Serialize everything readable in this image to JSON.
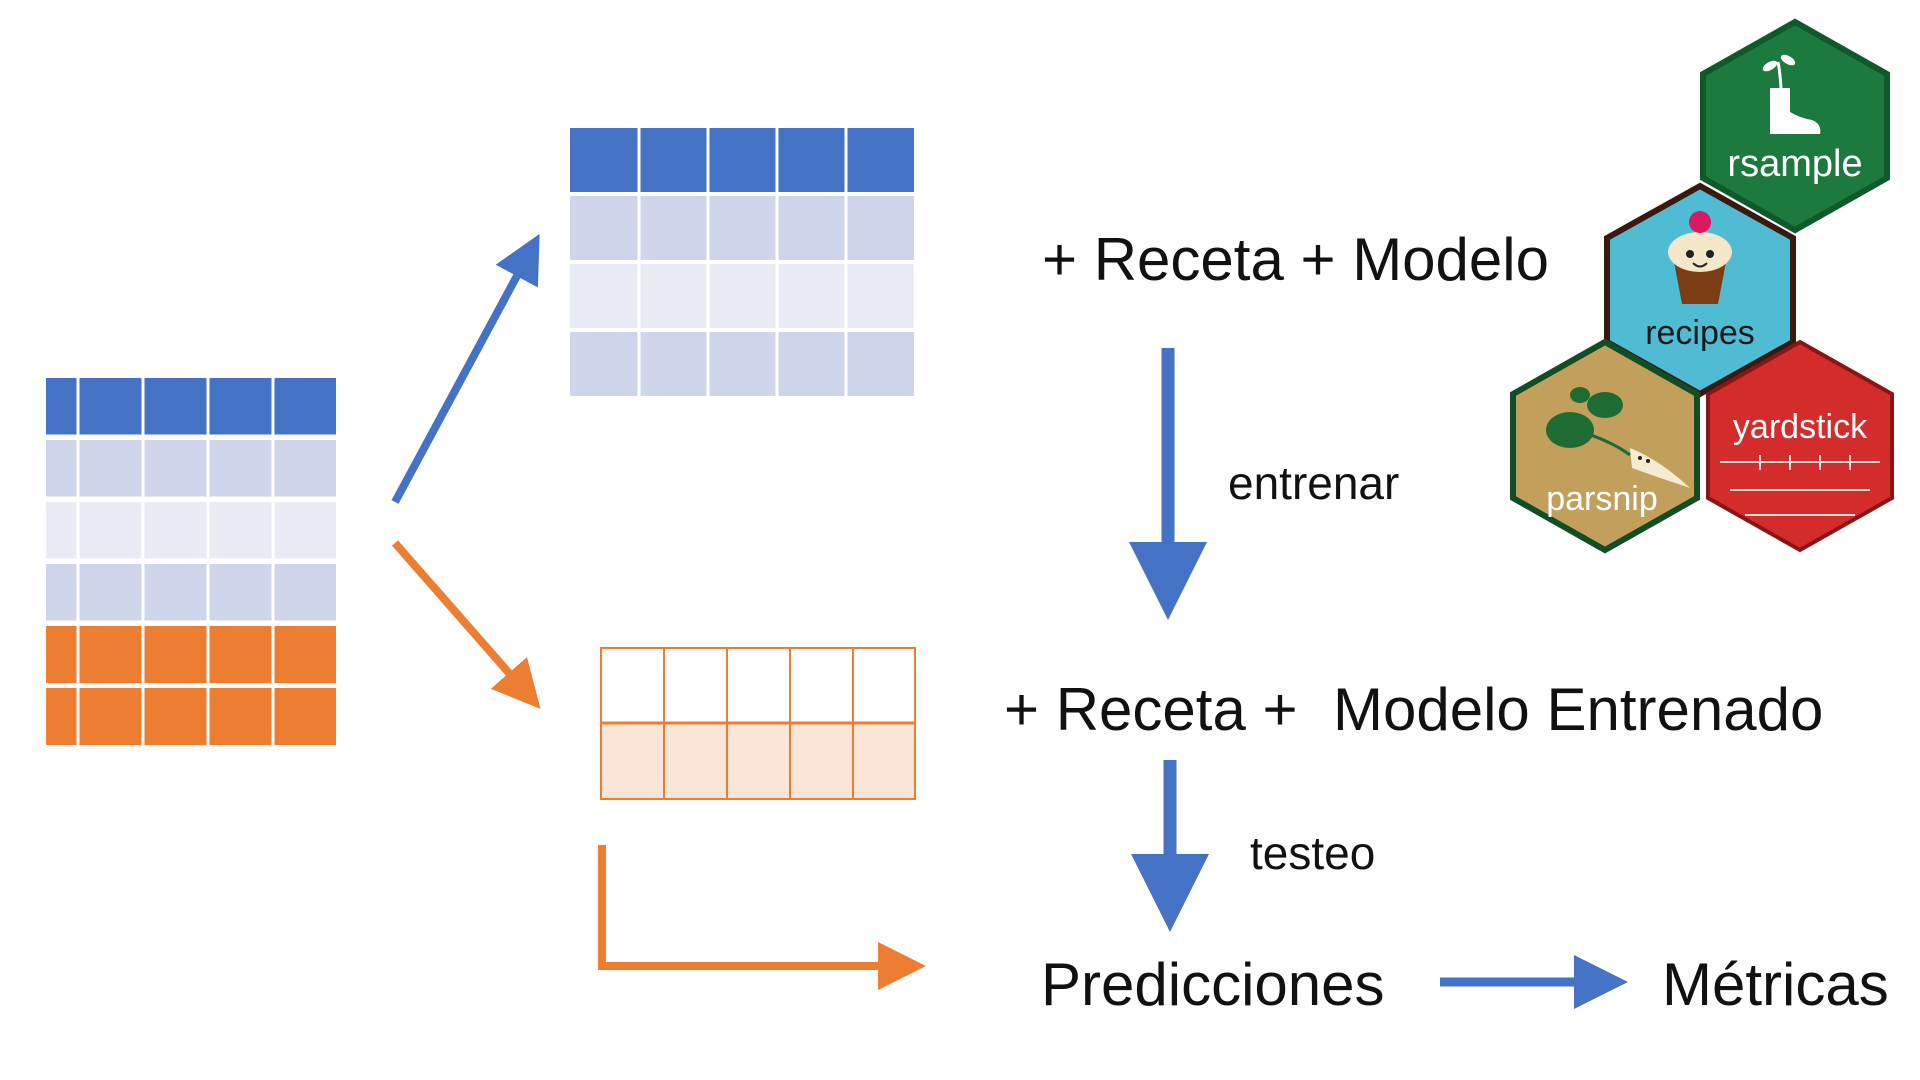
{
  "colors": {
    "blue": "#4472c4",
    "blue_light": "#cfd5ea",
    "blue_lighter": "#e9ebf5",
    "orange": "#ed7d31",
    "orange_light": "#fbe5d6",
    "green_hex": "#1c7a3e",
    "cyan_hex": "#4fbcd3",
    "tan_hex": "#c2a05b",
    "red_hex": "#d42b2b"
  },
  "labels": {
    "train_recipe": "+ Receta + Modelo",
    "train_step": "entrenar",
    "test_recipe_prefix": "+ Receta +",
    "test_model": "Modelo Entrenado",
    "test_step": "testeo",
    "predictions": "Predicciones",
    "metrics": "Métricas"
  },
  "packages": {
    "rsample": "rsample",
    "recipes": "recipes",
    "parsnip": "parsnip",
    "yardstick": "yardstick"
  },
  "icons": {
    "rsample": "boot-sprout-icon",
    "recipes": "cupcake-icon",
    "parsnip": "parsnip-icon",
    "yardstick": "measuring-tape-icon"
  }
}
